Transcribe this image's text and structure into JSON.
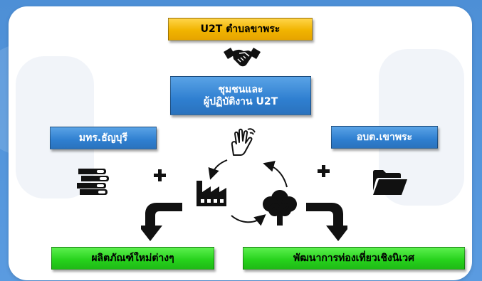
{
  "top_box": "U2T ตำบลขาพระ",
  "center_box": {
    "line1": "ชุมชนและ",
    "line2": "ผู้ปฏิบัติงาน U2T"
  },
  "left_box": "มทร.ธัญบุรี",
  "right_box": "อบต.เขาพระ",
  "bottom_left_box": "ผลิตภัณฑ์ใหม่ต่างๆ",
  "bottom_right_box": "พัฒนาการท่องเที่ยวเชิงนิเวศ",
  "icons": [
    "handshake-icon",
    "sign-hand-icon",
    "books-icon",
    "plus-icon",
    "factory-icon",
    "tree-icon",
    "folder-icon",
    "curved-arrow-icon"
  ],
  "colors": {
    "gold": "#f1b400",
    "blue": "#2f7fd0",
    "green": "#25d11b",
    "background": "#4d8fd6"
  }
}
